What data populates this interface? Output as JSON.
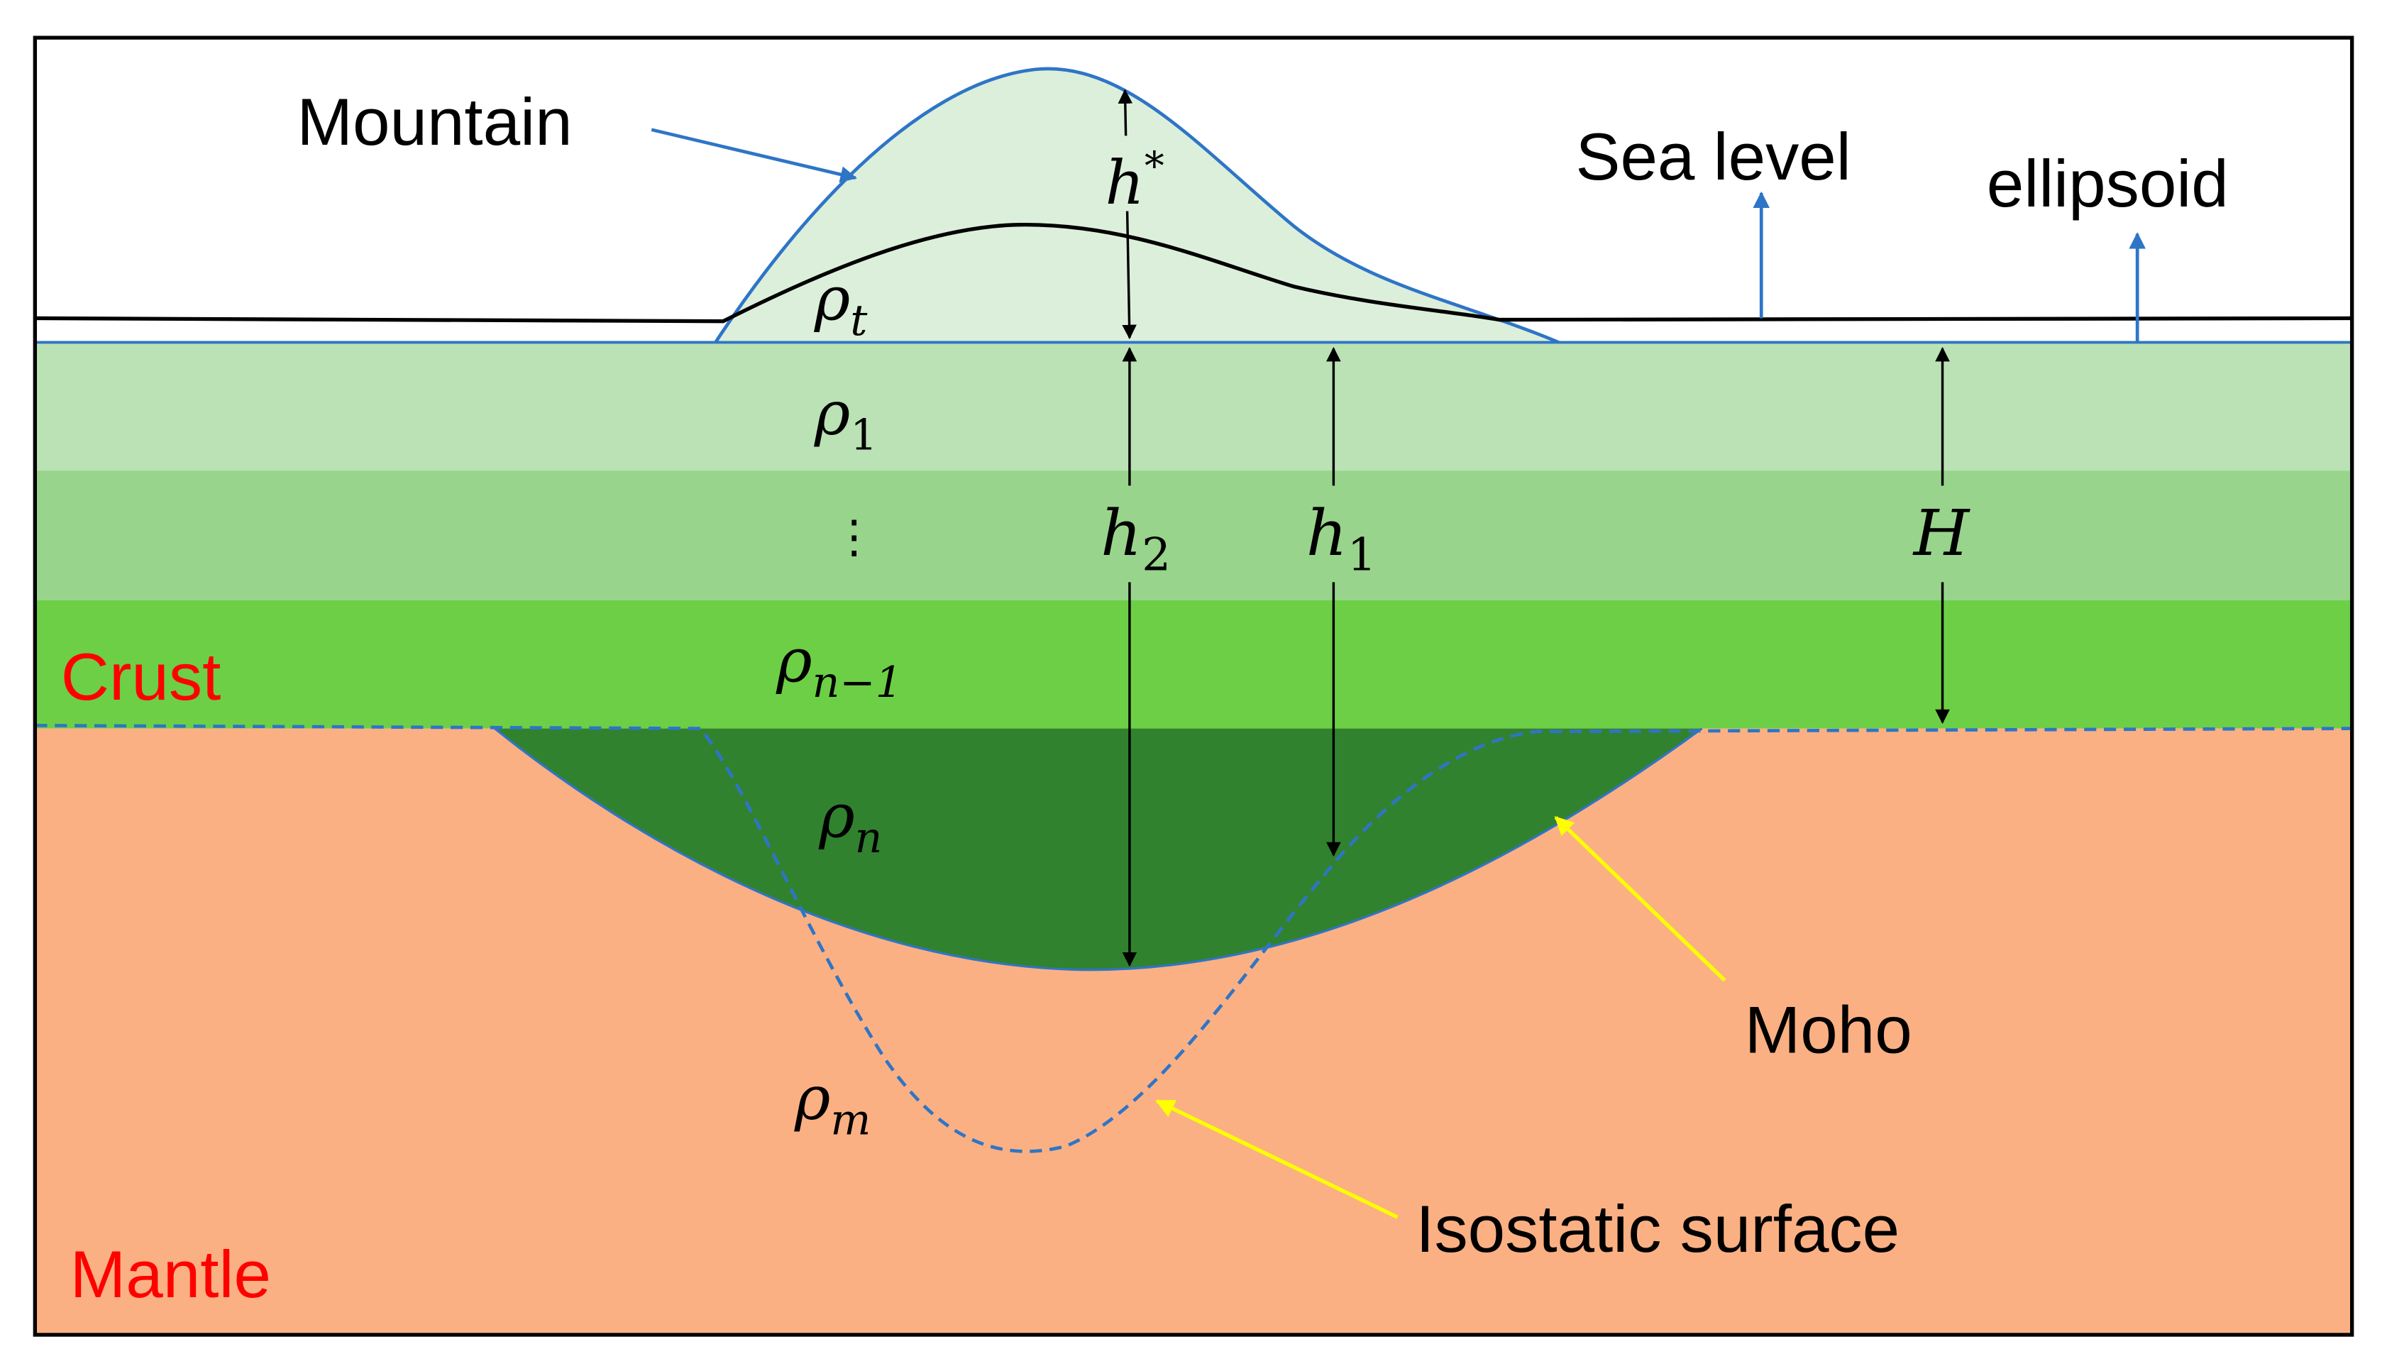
{
  "labels": {
    "mountain": "Mountain",
    "sea_level": "Sea level",
    "ellipsoid": "ellipsoid",
    "crust": "Crust",
    "mantle": "Mantle",
    "moho": "Moho",
    "isostatic_surface": "Isostatic surface"
  },
  "symbols": {
    "h_star": {
      "base": "h",
      "sup": "*"
    },
    "rho_t": {
      "base": "ρ",
      "sub": "t"
    },
    "rho_1": {
      "base": "ρ",
      "sub": "1"
    },
    "vdots": "⋮",
    "rho_n_minus_1": {
      "base": "ρ",
      "sub": "n−1"
    },
    "rho_n": {
      "base": "ρ",
      "sub": "n"
    },
    "rho_m": {
      "base": "ρ",
      "sub": "m"
    },
    "h2": {
      "base": "h",
      "sub": "2"
    },
    "h1": {
      "base": "h",
      "sub": "1"
    },
    "H": "H"
  },
  "colors": {
    "mountain_fill": "#dcefdb",
    "layer_1": "#bae2b5",
    "layer_2": "#99d48c",
    "layer_3": "#6dcf46",
    "root": "#31822e",
    "mantle": "#fbb083",
    "blue_line": "#2e75c6",
    "red_label": "#ff0000",
    "yellow_arrow": "#ffff00"
  }
}
